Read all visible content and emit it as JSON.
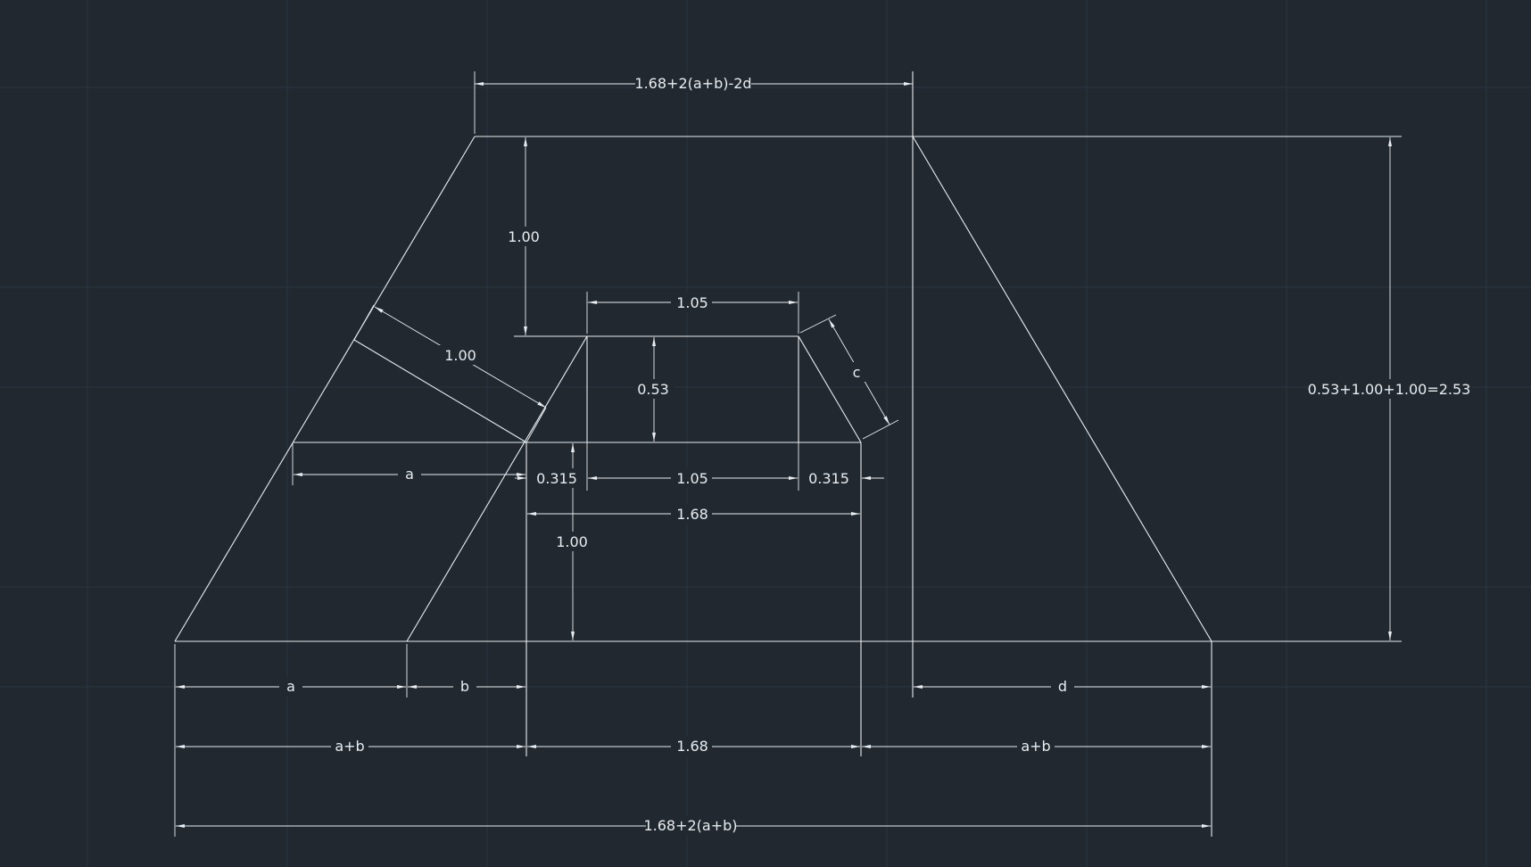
{
  "drawing": {
    "background_color": "#212830",
    "line_color": "#e9edf1",
    "grid_color": "#2c3540"
  },
  "dimensions": {
    "top_width": "1.68+2(a+b)-2d",
    "upper_height": "1.00",
    "top_inner_width": "1.05",
    "slope_offset": "1.00",
    "inner_height": "0.53",
    "slope_c": "c",
    "left_a_mid": "a",
    "left_gap": "0.315",
    "mid_width": "1.05",
    "right_gap": "0.315",
    "mid_base": "1.68",
    "lower_height": "1.00",
    "total_height": "0.53+1.00+1.00=2.53",
    "bottom_a": "a",
    "bottom_b": "b",
    "bottom_d": "d",
    "bottom_ab_left": "a+b",
    "bottom_base": "1.68",
    "bottom_ab_right": "a+b",
    "bottom_total": "1.68+2(a+b)"
  }
}
